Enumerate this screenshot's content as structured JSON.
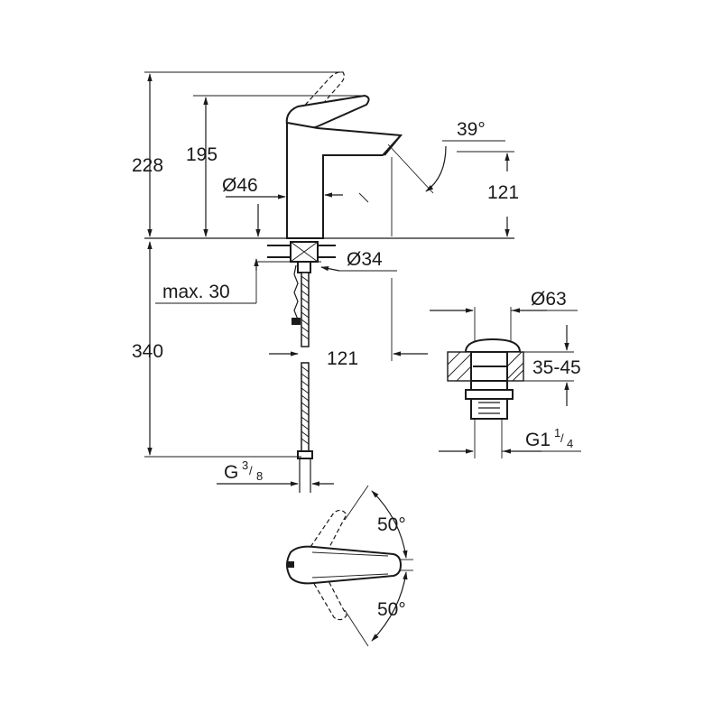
{
  "dimensions": {
    "height_total": "228",
    "height_spout": "195",
    "spout_angle": "39°",
    "spout_height": "121",
    "body_diameter": "Ø46",
    "hole_diameter": "Ø34",
    "max_deck": "max. 30",
    "hose_length": "340",
    "spout_reach": "121",
    "waste_diameter": "Ø63",
    "waste_range": "35-45",
    "waste_thread_main": "G1",
    "waste_thread_num": "1",
    "waste_thread_den": "4",
    "hose_thread_main": "G",
    "hose_thread_num": "3",
    "hose_thread_den": "8",
    "lever_angle_top": "50°",
    "lever_angle_bottom": "50°"
  }
}
